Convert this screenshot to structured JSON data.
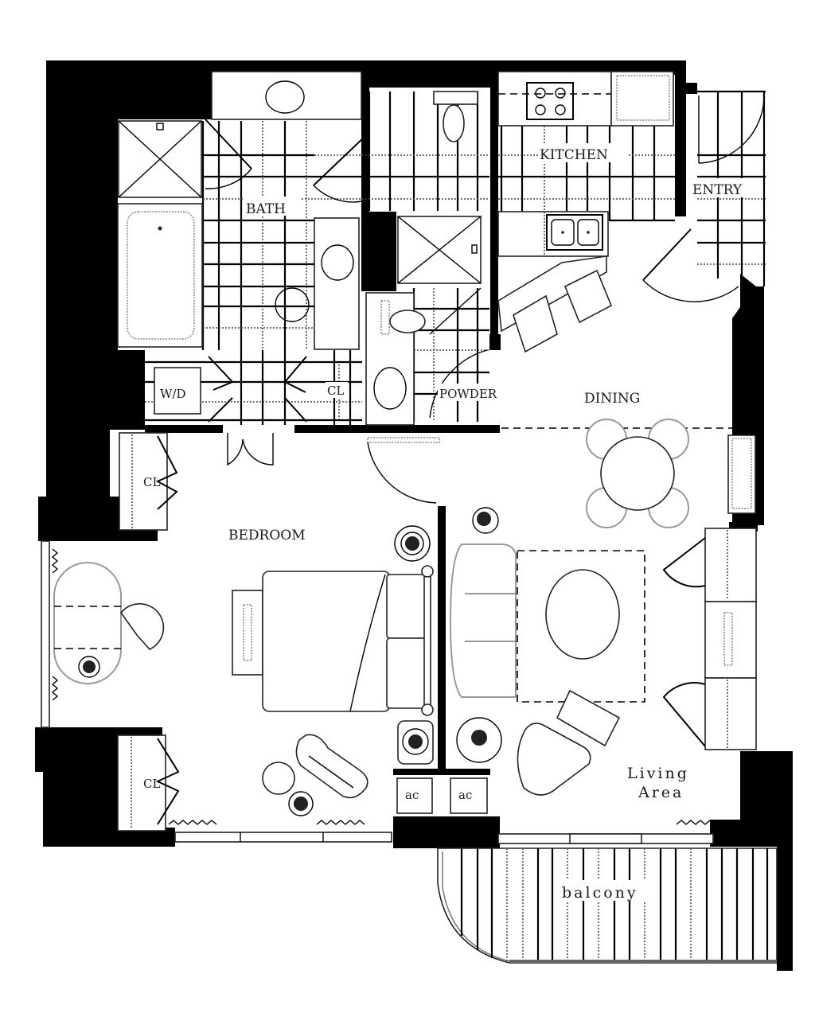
{
  "plan": {
    "type": "floor-plan",
    "unit": "one-bedroom suite"
  },
  "rooms": {
    "bath": "BATH",
    "kitchen": "KITCHEN",
    "entry": "ENTRY",
    "powder": "POWDER",
    "dining": "DINING",
    "bedroom": "BEDROOM",
    "living_line1": "Living",
    "living_line2": "Area",
    "balcony": "balcony",
    "washer_dryer": "W/D",
    "closet_bath": "CL",
    "closet_bedroom_top": "CL",
    "closet_bedroom_bottom": "CL",
    "ac_bedroom": "ac",
    "ac_living": "ac"
  },
  "colors": {
    "wall": "#000000",
    "background": "#ffffff",
    "line": "#222222",
    "light_line": "#999999"
  }
}
